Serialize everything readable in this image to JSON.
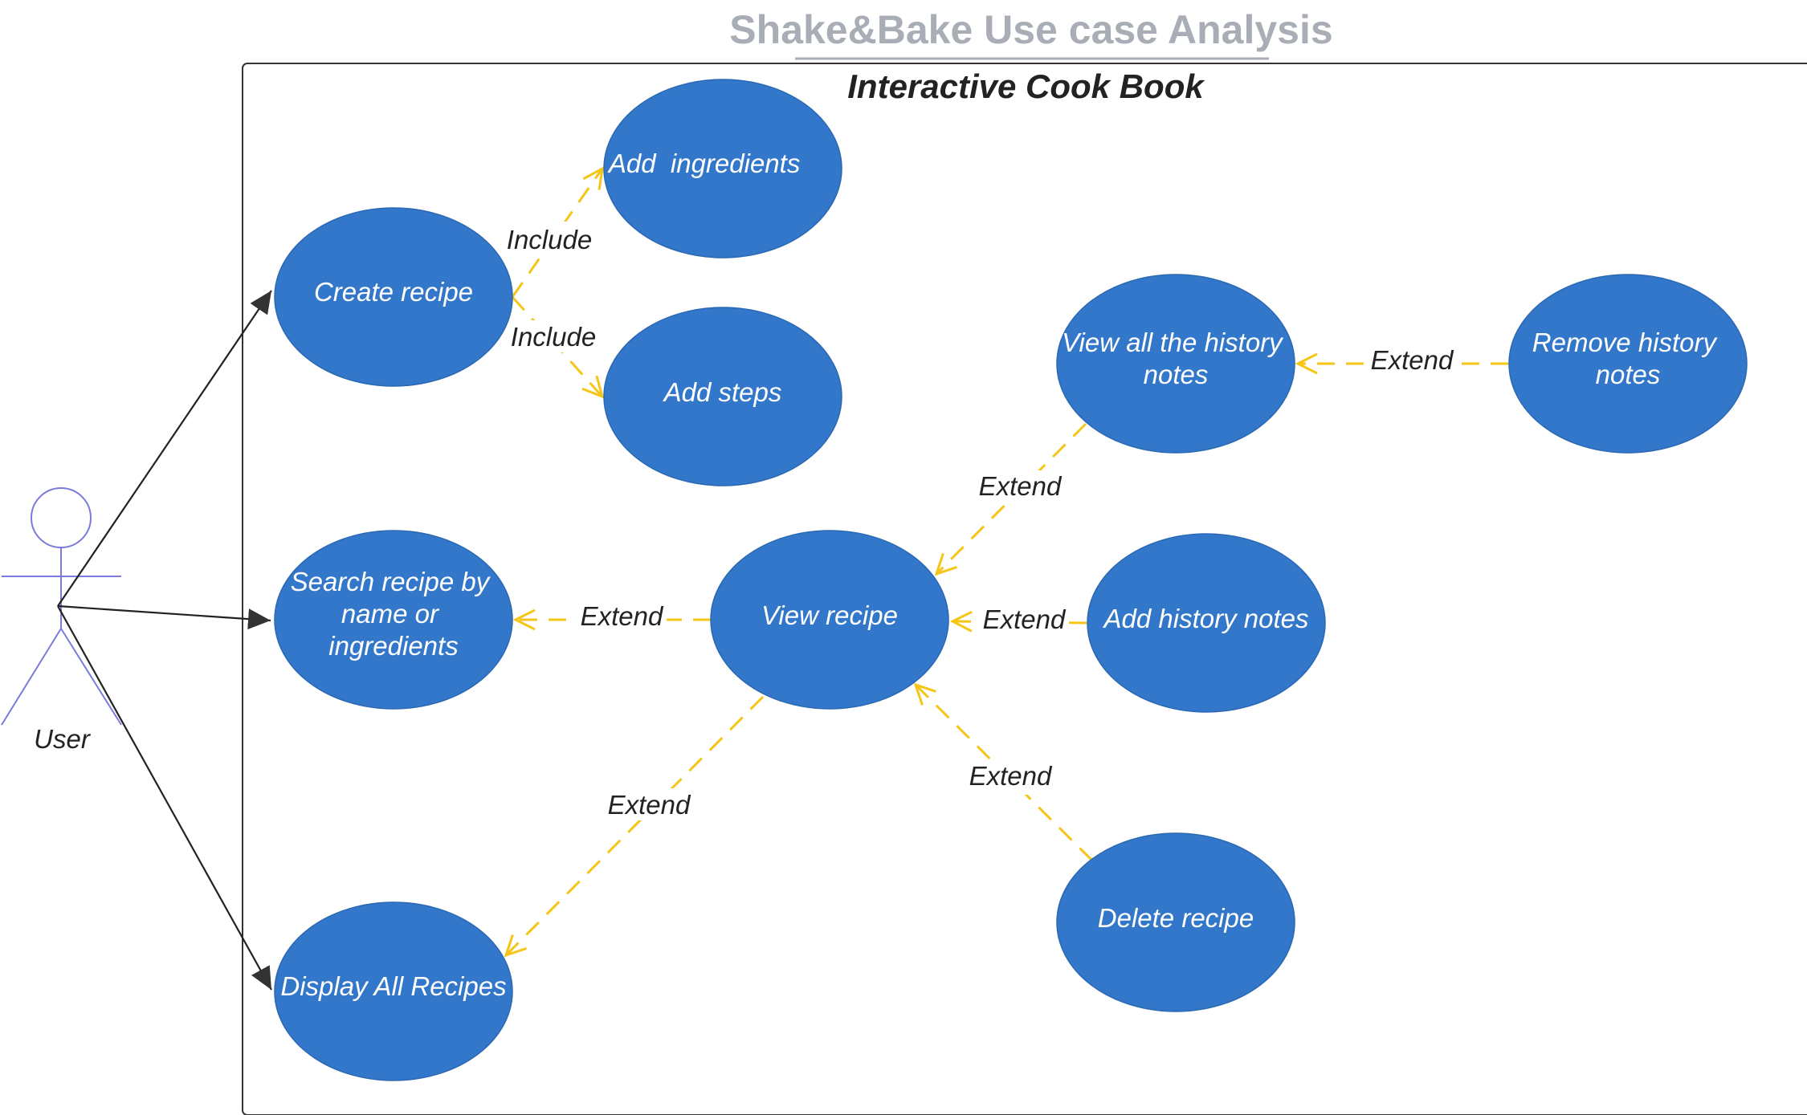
{
  "title": "Shake&Bake Use case Analysis",
  "system_name": "Interactive Cook Book",
  "actor": {
    "label": "User"
  },
  "use_cases": {
    "create_recipe": [
      "Create recipe"
    ],
    "add_ingredients": [
      "Add  ingredients"
    ],
    "add_steps": [
      "Add steps"
    ],
    "search_recipe": [
      "Search recipe by",
      "name or",
      "ingredients"
    ],
    "view_recipe": [
      "View recipe"
    ],
    "display_all": [
      "Display All Recipes"
    ],
    "view_history": [
      "View all the history",
      "notes"
    ],
    "remove_history": [
      "Remove history",
      "notes"
    ],
    "add_history": [
      "Add history notes"
    ],
    "delete_recipe": [
      "Delete recipe"
    ]
  },
  "relations": {
    "include_ingredients": "Include",
    "include_steps": "Include",
    "extend_search": "Extend",
    "extend_display": "Extend",
    "extend_view_history": "Extend",
    "extend_remove_history": "Extend",
    "extend_add_history": "Extend",
    "extend_delete": "Extend"
  },
  "colors": {
    "use_case_fill": "#3277c9",
    "relation_dash": "#f5c518",
    "title": "#a8adb6",
    "actor": "#7b7bdb"
  }
}
